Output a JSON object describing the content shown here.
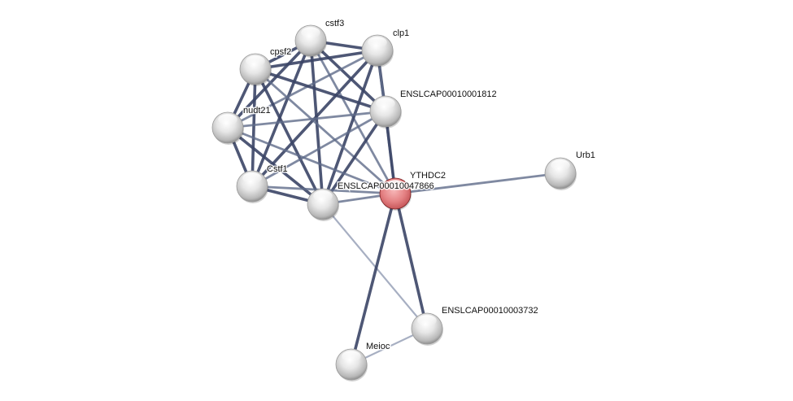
{
  "network": {
    "nodes": [
      {
        "id": "cstf3",
        "label": "cstf3",
        "query": false
      },
      {
        "id": "clp1",
        "label": "clp1",
        "query": false
      },
      {
        "id": "cpsf2",
        "label": "cpsf2",
        "query": false
      },
      {
        "id": "ENSLCAP00010001812",
        "label": "ENSLCAP00010001812",
        "query": false
      },
      {
        "id": "nudt21",
        "label": "nudt21",
        "query": false
      },
      {
        "id": "Cstf1",
        "label": "Cstf1",
        "query": false
      },
      {
        "id": "ENSLCAP00010047866",
        "label": "ENSLCAP00010047866",
        "query": false
      },
      {
        "id": "YTHDC2",
        "label": "YTHDC2",
        "query": true
      },
      {
        "id": "Urb1",
        "label": "Urb1",
        "query": false
      },
      {
        "id": "ENSLCAP00010003732",
        "label": "ENSLCAP00010003732",
        "query": false
      },
      {
        "id": "Meioc",
        "label": "Meioc",
        "query": false
      }
    ],
    "edges": [
      {
        "source": "cstf3",
        "target": "clp1",
        "confidence": "high"
      },
      {
        "source": "cstf3",
        "target": "cpsf2",
        "confidence": "high"
      },
      {
        "source": "cstf3",
        "target": "ENSLCAP00010001812",
        "confidence": "high"
      },
      {
        "source": "cstf3",
        "target": "nudt21",
        "confidence": "high"
      },
      {
        "source": "cstf3",
        "target": "Cstf1",
        "confidence": "high"
      },
      {
        "source": "cstf3",
        "target": "ENSLCAP00010047866",
        "confidence": "high"
      },
      {
        "source": "cstf3",
        "target": "YTHDC2",
        "confidence": "medium"
      },
      {
        "source": "clp1",
        "target": "cpsf2",
        "confidence": "high"
      },
      {
        "source": "clp1",
        "target": "ENSLCAP00010001812",
        "confidence": "high"
      },
      {
        "source": "clp1",
        "target": "nudt21",
        "confidence": "medium"
      },
      {
        "source": "clp1",
        "target": "Cstf1",
        "confidence": "high"
      },
      {
        "source": "clp1",
        "target": "ENSLCAP00010047866",
        "confidence": "high"
      },
      {
        "source": "clp1",
        "target": "YTHDC2",
        "confidence": "medium"
      },
      {
        "source": "cpsf2",
        "target": "ENSLCAP00010001812",
        "confidence": "high"
      },
      {
        "source": "cpsf2",
        "target": "nudt21",
        "confidence": "high"
      },
      {
        "source": "cpsf2",
        "target": "Cstf1",
        "confidence": "high"
      },
      {
        "source": "cpsf2",
        "target": "ENSLCAP00010047866",
        "confidence": "high"
      },
      {
        "source": "cpsf2",
        "target": "YTHDC2",
        "confidence": "medium"
      },
      {
        "source": "ENSLCAP00010001812",
        "target": "nudt21",
        "confidence": "medium"
      },
      {
        "source": "ENSLCAP00010001812",
        "target": "Cstf1",
        "confidence": "medium"
      },
      {
        "source": "ENSLCAP00010001812",
        "target": "ENSLCAP00010047866",
        "confidence": "high"
      },
      {
        "source": "ENSLCAP00010001812",
        "target": "YTHDC2",
        "confidence": "high"
      },
      {
        "source": "nudt21",
        "target": "Cstf1",
        "confidence": "high"
      },
      {
        "source": "nudt21",
        "target": "ENSLCAP00010047866",
        "confidence": "high"
      },
      {
        "source": "nudt21",
        "target": "YTHDC2",
        "confidence": "medium"
      },
      {
        "source": "Cstf1",
        "target": "ENSLCAP00010047866",
        "confidence": "high"
      },
      {
        "source": "Cstf1",
        "target": "YTHDC2",
        "confidence": "medium"
      },
      {
        "source": "ENSLCAP00010047866",
        "target": "YTHDC2",
        "confidence": "medium"
      },
      {
        "source": "ENSLCAP00010047866",
        "target": "ENSLCAP00010003732",
        "confidence": "low"
      },
      {
        "source": "YTHDC2",
        "target": "Urb1",
        "confidence": "medium"
      },
      {
        "source": "YTHDC2",
        "target": "ENSLCAP00010003732",
        "confidence": "high"
      },
      {
        "source": "YTHDC2",
        "target": "Meioc",
        "confidence": "high"
      },
      {
        "source": "Meioc",
        "target": "ENSLCAP00010003732",
        "confidence": "low"
      }
    ]
  },
  "colors": {
    "edge_high": "#3b4566",
    "edge_medium": "#5f6b8a",
    "edge_low": "#8a94ad",
    "node_default": "#d9d9d9",
    "node_query": "#e0787a"
  }
}
